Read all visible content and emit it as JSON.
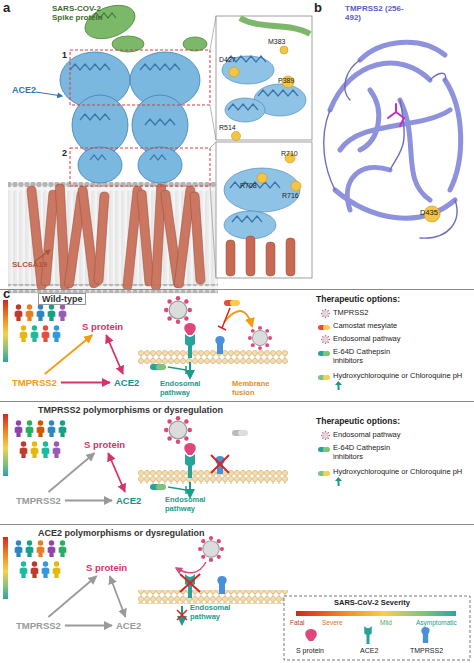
{
  "diagram": {
    "nodes": [
      {
        "text": [
          "Wild-type"
        ]
      },
      {
        "text": [
          "S protein"
        ],
        "in": 0
      },
      {
        "text": [
          "TMPRSS2"
        ],
        "in": 0
      },
      {
        "text": [
          "ACE2"
        ],
        "in": 0
      },
      {
        "text": [
          "TMPRSS2 polymorphisms or dysregulation"
        ]
      },
      {
        "text": [
          "S protein"
        ],
        "in": 4
      },
      {
        "text": [
          "TMPRSS2"
        ],
        "in": 4
      },
      {
        "text": [
          "ACE2"
        ],
        "in": 4
      },
      {
        "text": [
          "ACE2 polymorphisms or dysregulation"
        ]
      },
      {
        "text": [
          "S protein"
        ],
        "in": 8
      },
      {
        "text": [
          "TMPRSS2"
        ],
        "in": 8
      },
      {
        "text": [
          "ACE2"
        ],
        "in": 8
      }
    ],
    "edges": [
      {
        "from": 2,
        "to": 1,
        "arrow": "to"
      },
      {
        "from": 1,
        "to": 3,
        "arrow": "both"
      },
      {
        "from": 2,
        "to": 3,
        "arrow": "to"
      },
      {
        "from": 6,
        "to": 5,
        "arrow": "to"
      },
      {
        "from": 5,
        "to": 7,
        "arrow": "both"
      },
      {
        "from": 6,
        "to": 7,
        "arrow": "to"
      },
      {
        "from": 10,
        "to": 9,
        "arrow": "to"
      },
      {
        "from": 9,
        "to": 11,
        "arrow": "both"
      },
      {
        "from": 10,
        "to": 11,
        "arrow": "to"
      }
    ],
    "labels": [
      "a",
      "SARS-COV-2 Spike protein",
      "ACE2",
      "1",
      "2",
      "SLC6A19",
      "D427",
      "M383",
      "P389",
      "R514",
      "R710",
      "R708",
      "R716",
      "b",
      "TMPRSS2 (256-492)",
      "D435",
      "c",
      "Endosomal pathway",
      "Membrane fusion",
      "Therapeutic options:",
      "TMPRSS2",
      "Camostat mesylate",
      "Endosomal pathway",
      "E-64D Cathepsin inhibitors",
      "Hydroxychloroquine or Chloroquine pH",
      "Endosomal pathway",
      "Therapeutic options:",
      "Endosomal pathway",
      "E-64D Cathepsin inhibitors",
      "Hydroxychloroquine or Chloroquine pH",
      "Endosomal pathway",
      "SARS-CoV-2 Severity",
      "Fatal",
      "Severe",
      "Mild",
      "Asymptomatic"
    ],
    "legend": [
      {
        "text": "S protein"
      },
      {
        "text": "ACE2"
      },
      {
        "text": "TMPRSS2"
      }
    ]
  }
}
